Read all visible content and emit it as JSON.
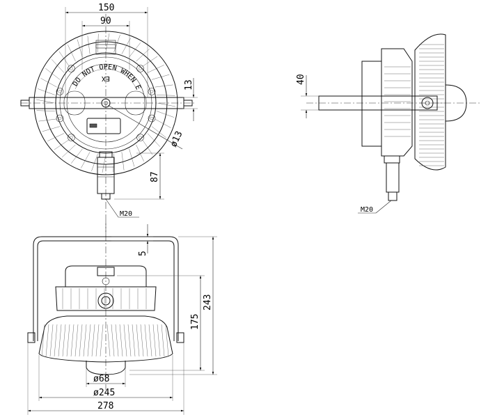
{
  "dimensions": {
    "width_150": "150",
    "width_90": "90",
    "height_13": "13",
    "dia_13": "ø13",
    "length_87": "87",
    "thread_top": "M20",
    "offset_40": "40",
    "thread_side": "M20",
    "gap_5": "5",
    "height_243": "243",
    "height_175": "175",
    "dia_68": "ø68",
    "dia_245": "ø245",
    "width_278": "278"
  },
  "plate": {
    "ex_mark": "EX",
    "inscription": "DO NOT OPEN WHEN ENERGIZED"
  }
}
